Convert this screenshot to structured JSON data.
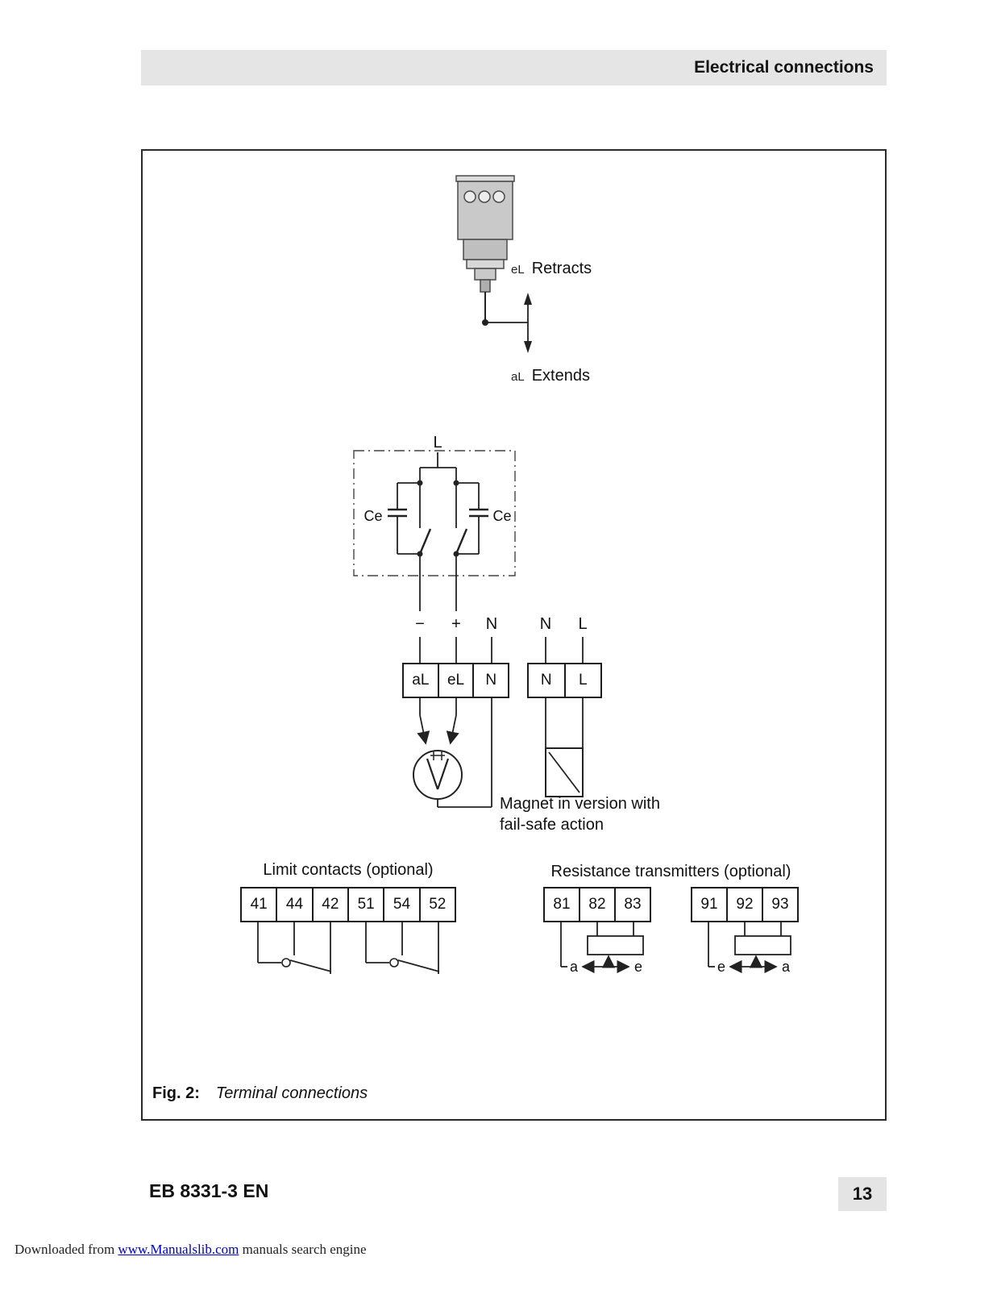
{
  "page": {
    "header_title": "Electrical connections",
    "footer_doc": "EB 8331-3 EN",
    "footer_page": "13",
    "watermark": {
      "prefix": "Downloaded from ",
      "link": "www.Manualslib.com",
      "suffix": " manuals search engine"
    }
  },
  "figure": {
    "caption_label": "Fig. 2:",
    "caption_text": "Terminal connections",
    "actuator": {
      "retracts_key": "eL",
      "retracts_label": "Retracts",
      "extends_key": "aL",
      "extends_label": "Extends"
    },
    "circuit": {
      "phase_label": "L",
      "cap_left": "Ce",
      "cap_right": "Ce",
      "supply_labels": {
        "minus": "−",
        "plus": "+",
        "neutral": "N",
        "neutral2": "N",
        "line2": "L"
      },
      "motor_block": [
        "aL",
        "eL",
        "N"
      ],
      "supply_block": [
        "N",
        "L"
      ],
      "magnet_note_line1": "Magnet in version with",
      "magnet_note_line2": "fail-safe action"
    },
    "limit_contacts": {
      "title": "Limit contacts (optional)",
      "terminals": [
        "41",
        "44",
        "42",
        "51",
        "54",
        "52"
      ]
    },
    "resistance": {
      "title": "Resistance transmitters (optional)",
      "block1": [
        "81",
        "82",
        "83"
      ],
      "block2": [
        "91",
        "92",
        "93"
      ],
      "pot1_left": "a",
      "pot1_right": "e",
      "pot2_left": "e",
      "pot2_right": "a"
    }
  },
  "colors": {
    "header_bg": "#e5e5e5",
    "line": "#222222",
    "link_blue": "#0000c8"
  }
}
